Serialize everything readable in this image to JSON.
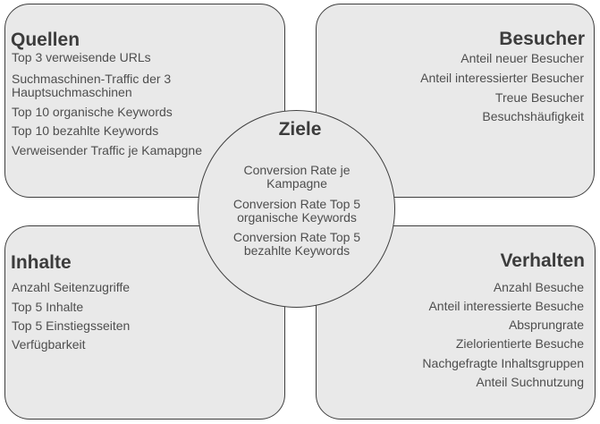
{
  "diagram": {
    "colors": {
      "background": "#ffffff",
      "shape_fill": "#e9e9e9",
      "shape_border": "#3f3f3f",
      "title_text": "#3c3c3c",
      "item_text": "#4e4e4e"
    },
    "quadrants": {
      "quellen": {
        "title": "Quellen",
        "items": [
          "Top 3 verweisende URLs",
          "Suchmaschinen-Traffic der 3 Hauptsuchmaschinen",
          "Top 10 organische Keywords",
          "Top 10 bezahlte Keywords",
          "Verweisender Traffic je Kamapgne"
        ]
      },
      "besucher": {
        "title": "Besucher",
        "items": [
          "Anteil neuer Besucher",
          "Anteil interessierter Besucher",
          "Treue Besucher",
          "Besuchshäufigkeit"
        ]
      },
      "inhalte": {
        "title": "Inhalte",
        "items": [
          "Anzahl Seitenzugriffe",
          "Top 5 Inhalte",
          "Top 5 Einstiegsseiten",
          "Verfügbarkeit"
        ]
      },
      "verhalten": {
        "title": "Verhalten",
        "items": [
          "Anzahl Besuche",
          "Anteil interessierte Besuche",
          "Absprungrate",
          "Zielorientierte Besuche",
          "Nachgefragte Inhaltsgruppen",
          "Anteil Suchnutzung"
        ]
      }
    },
    "center": {
      "title": "Ziele",
      "items": [
        "Conversion Rate je Kampagne",
        "Conversion Rate Top 5 organische Keywords",
        "Conversion Rate Top 5 bezahlte Keywords"
      ]
    }
  }
}
